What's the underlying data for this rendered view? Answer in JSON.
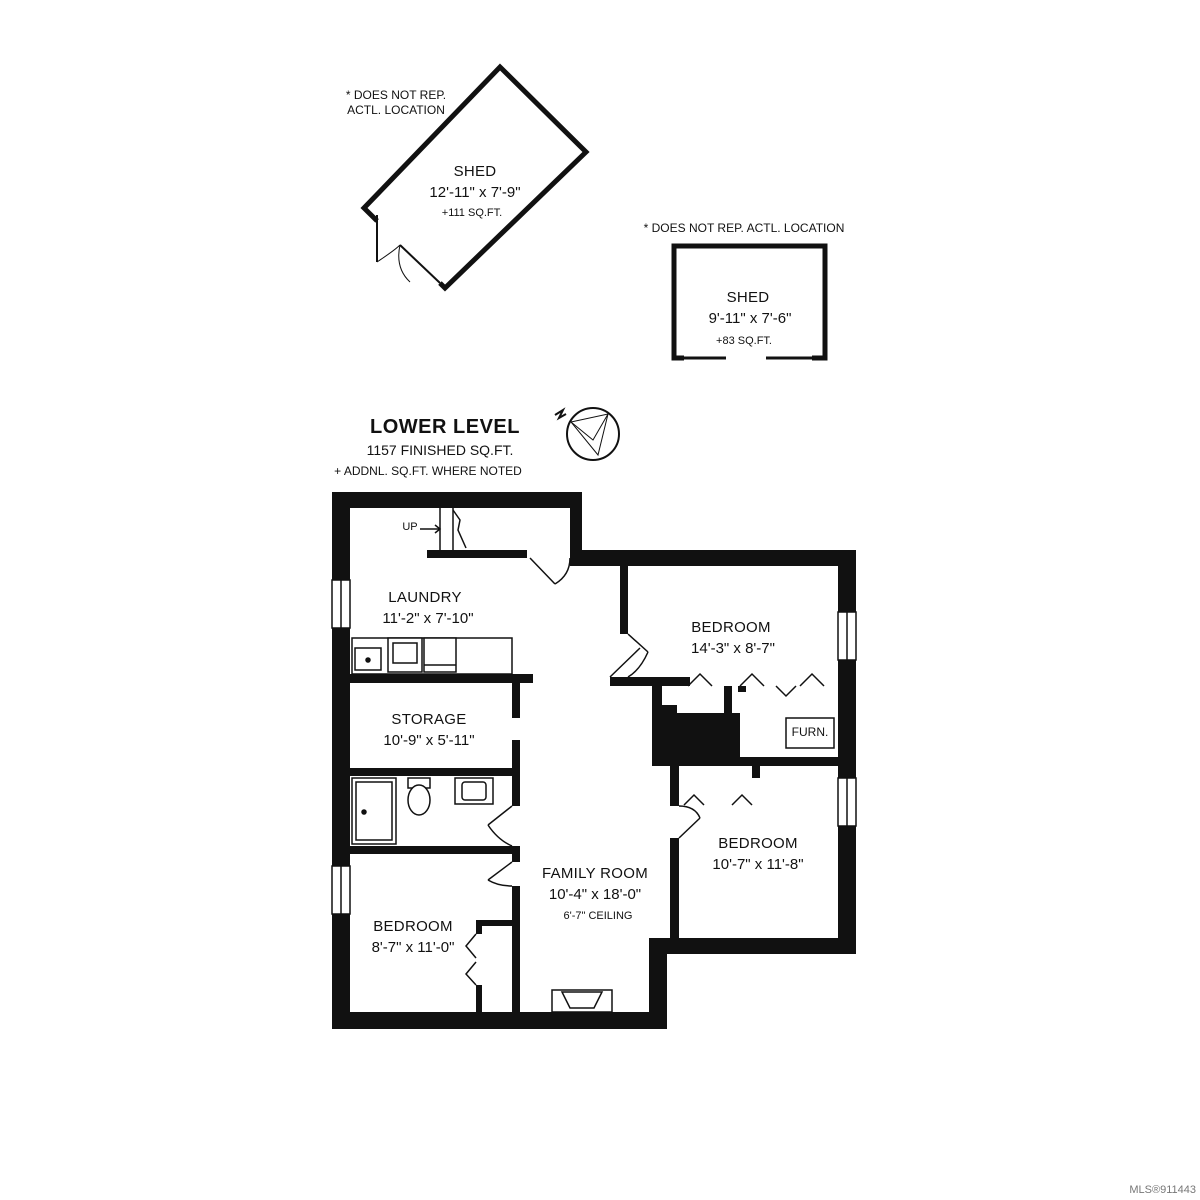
{
  "sheds": [
    {
      "note_line1": "* DOES NOT REP.",
      "note_line2": "ACTL. LOCATION",
      "name": "SHED",
      "dims": "12'-11\" x 7'-9\"",
      "area": "+111 SQ.FT."
    },
    {
      "note": "* DOES NOT REP. ACTL. LOCATION",
      "name": "SHED",
      "dims": "9'-11\" x 7'-6\"",
      "area": "+83 SQ.FT."
    }
  ],
  "level": {
    "title": "LOWER LEVEL",
    "finished": "1157 FINISHED SQ.FT.",
    "addnl": "+ ADDNL. SQ.FT. WHERE NOTED"
  },
  "stairs_label": "UP",
  "rooms": {
    "laundry": {
      "name": "LAUNDRY",
      "dims": "11'-2\" x 7'-10\""
    },
    "storage": {
      "name": "STORAGE",
      "dims": "10'-9\" x 5'-11\""
    },
    "bedroom_top": {
      "name": "BEDROOM",
      "dims": "14'-3\" x 8'-7\""
    },
    "bedroom_right": {
      "name": "BEDROOM",
      "dims": "10'-7\" x 11'-8\""
    },
    "bedroom_left": {
      "name": "BEDROOM",
      "dims": "8'-7\" x 11'-0\""
    },
    "family": {
      "name": "FAMILY ROOM",
      "dims": "10'-4\" x 18'-0\"",
      "note": "6'-7\" CEILING"
    }
  },
  "furnace_label": "FURN.",
  "mls_id": "MLS®911443"
}
